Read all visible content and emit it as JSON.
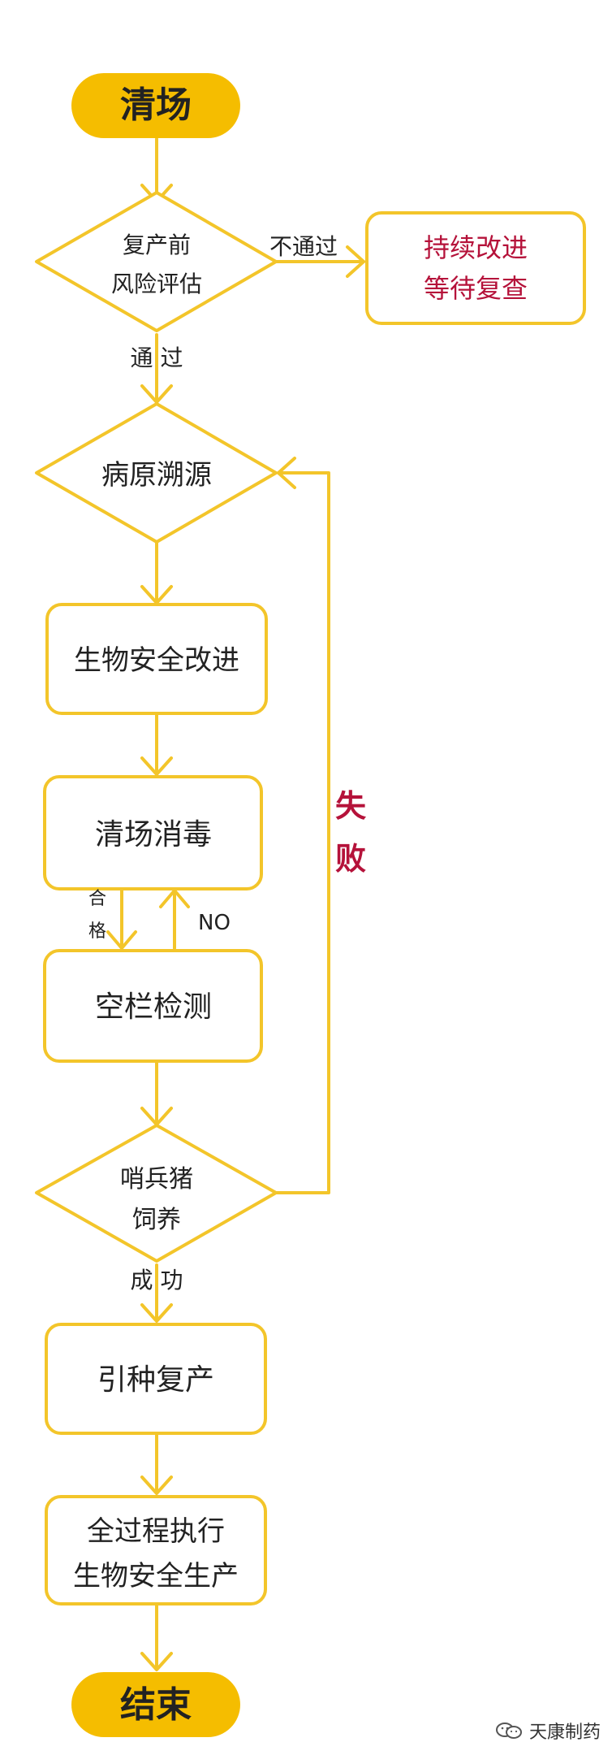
{
  "colors": {
    "accent": "#f5bd00",
    "stroke": "#f3c52a",
    "text": "#222222",
    "fail_text": "#b5123a"
  },
  "nodes": {
    "start": "清场",
    "risk_assessment": [
      "复产前",
      "风险评估"
    ],
    "improve_wait": [
      "持续改进",
      "等待复查"
    ],
    "pathogen_trace": "病原溯源",
    "biosecurity_improve": "生物安全改进",
    "clean_disinfect": "清场消毒",
    "empty_pen_test": "空栏检测",
    "sentinel_pigs": [
      "哨兵猪",
      "饲养"
    ],
    "introduce_restock": "引种复产",
    "full_process": [
      "全过程执行",
      "生物安全生产"
    ],
    "end": "结束"
  },
  "edges": {
    "not_pass": "不通过",
    "pass": "通 过",
    "qualified": [
      "合",
      "格"
    ],
    "no": "NO",
    "fail": [
      "失",
      "败"
    ],
    "success": "成 功"
  },
  "watermark": {
    "icon": "wechat-icon",
    "text": "天康制药"
  }
}
